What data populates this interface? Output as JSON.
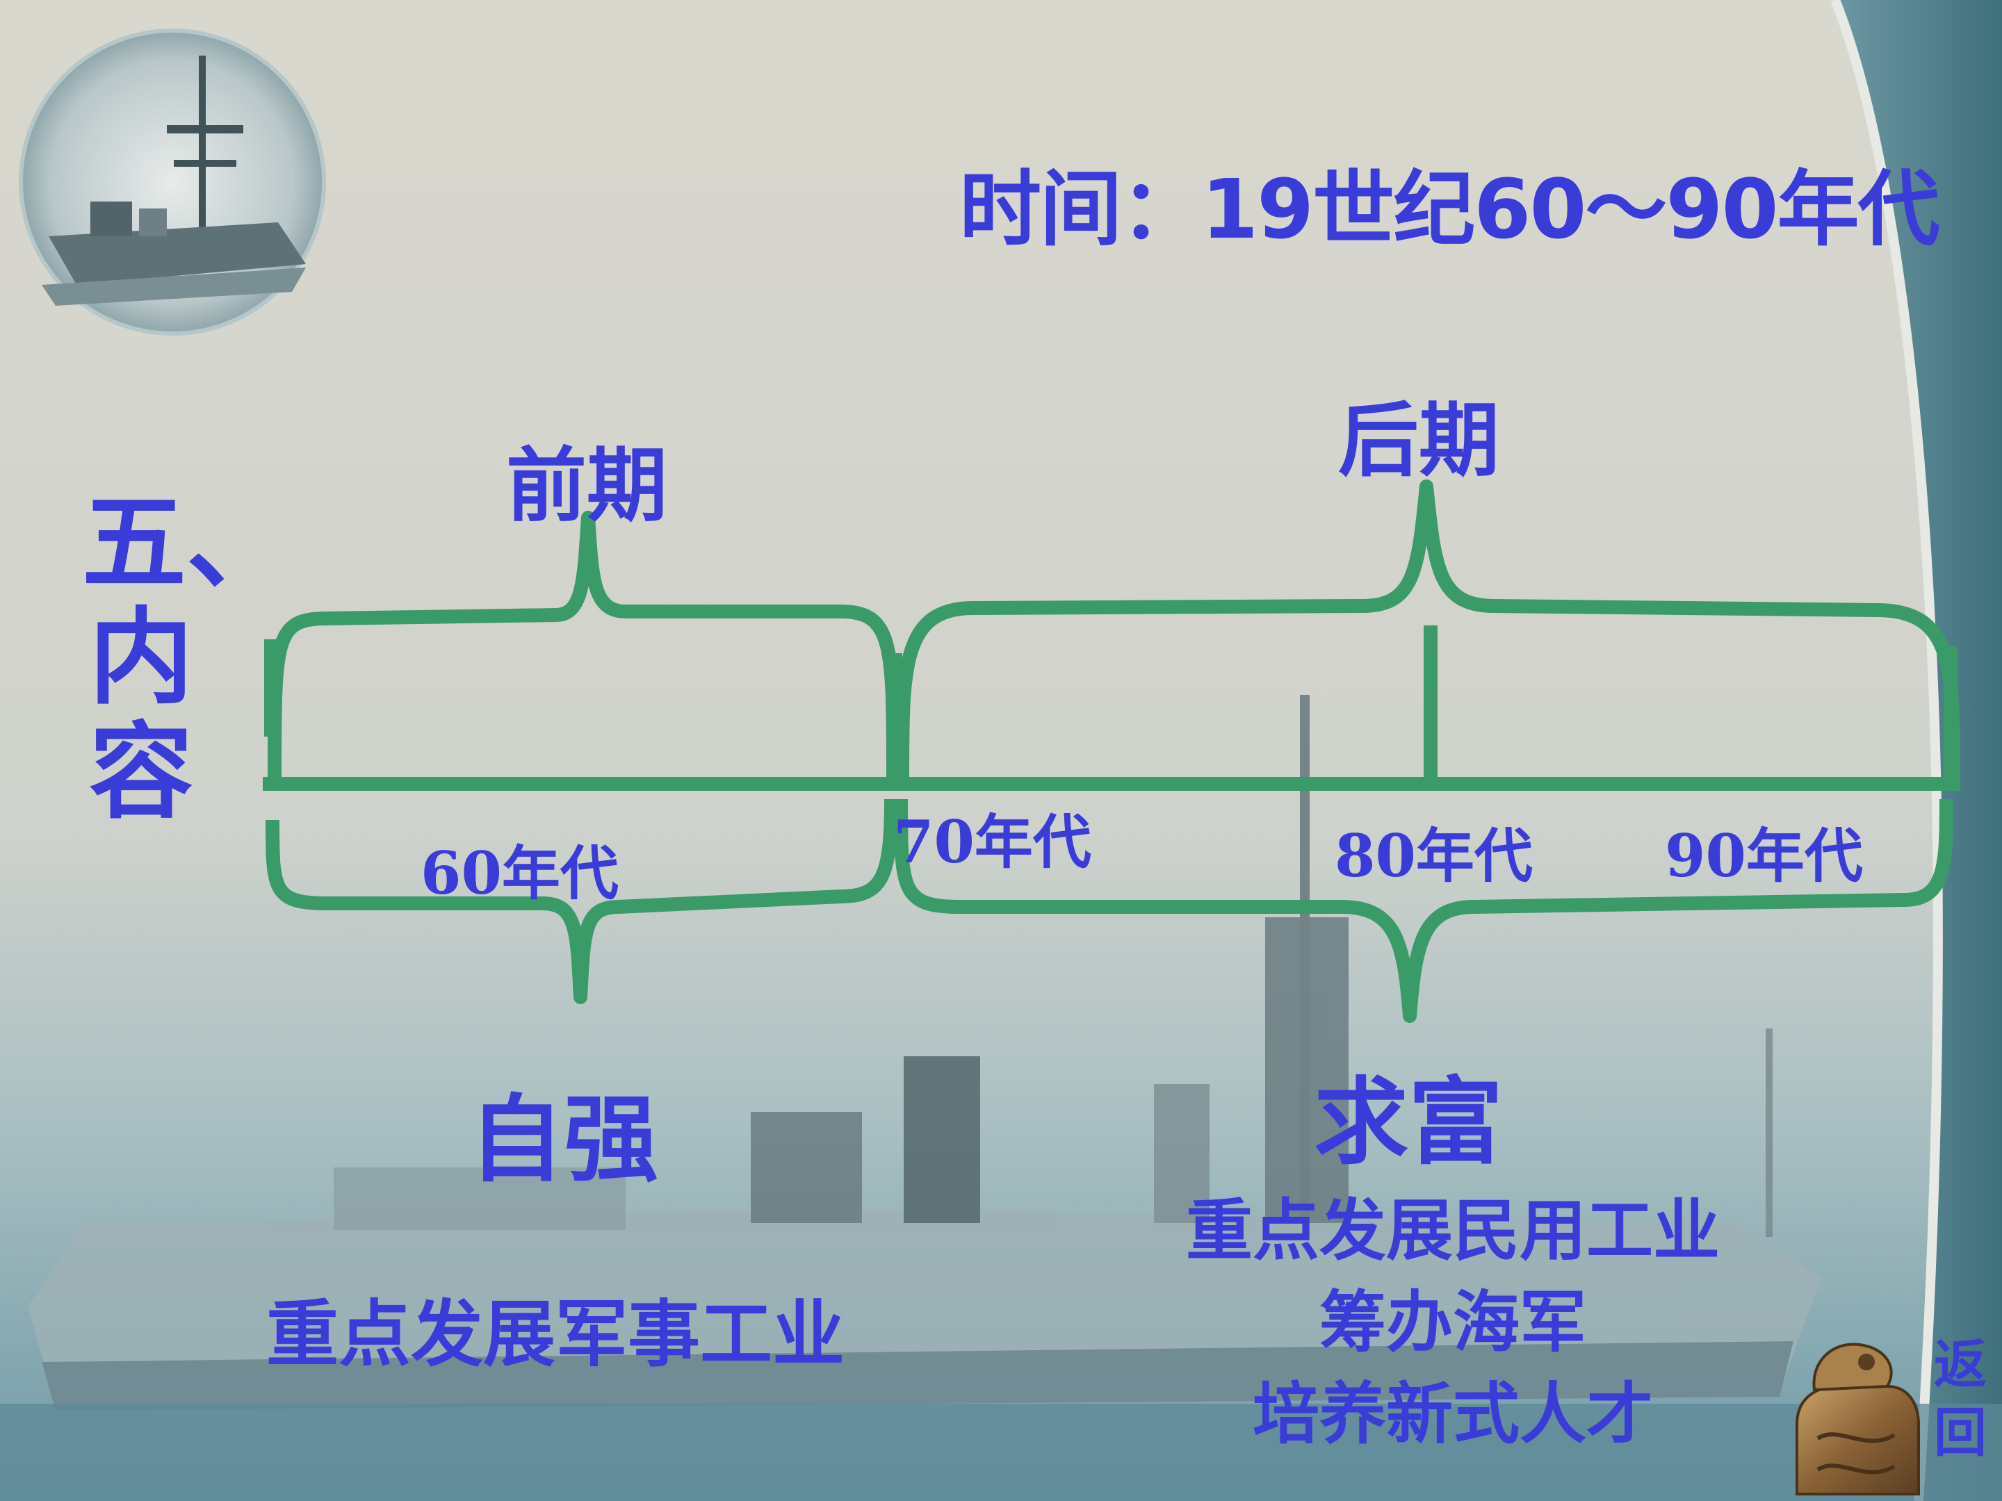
{
  "header": {
    "time_label": "时间：19世纪60～90年代"
  },
  "section": {
    "vertical_title": "五、内容"
  },
  "timeline": {
    "early_label": "前期",
    "late_label": "后期",
    "decades": [
      "60年代",
      "70年代",
      "80年代",
      "90年代"
    ]
  },
  "goals": {
    "early": "自强",
    "late": "求富"
  },
  "focus": {
    "early": "重点发展军事工业",
    "late": [
      "重点发展民用工业",
      "筹办海军",
      "培养新式人才"
    ]
  },
  "nav": {
    "back_label": "返回"
  },
  "colors": {
    "text_blue": "#3a3cd8",
    "bracket_green": "#3a9a68",
    "sky_top": "#d6d6cc",
    "sea_bottom": "#7ea6b2",
    "corner_dark": "#4f7f8c"
  },
  "icons": {
    "photo_badge": "warship-photo-icon",
    "back_seal": "jade-seal-icon"
  }
}
